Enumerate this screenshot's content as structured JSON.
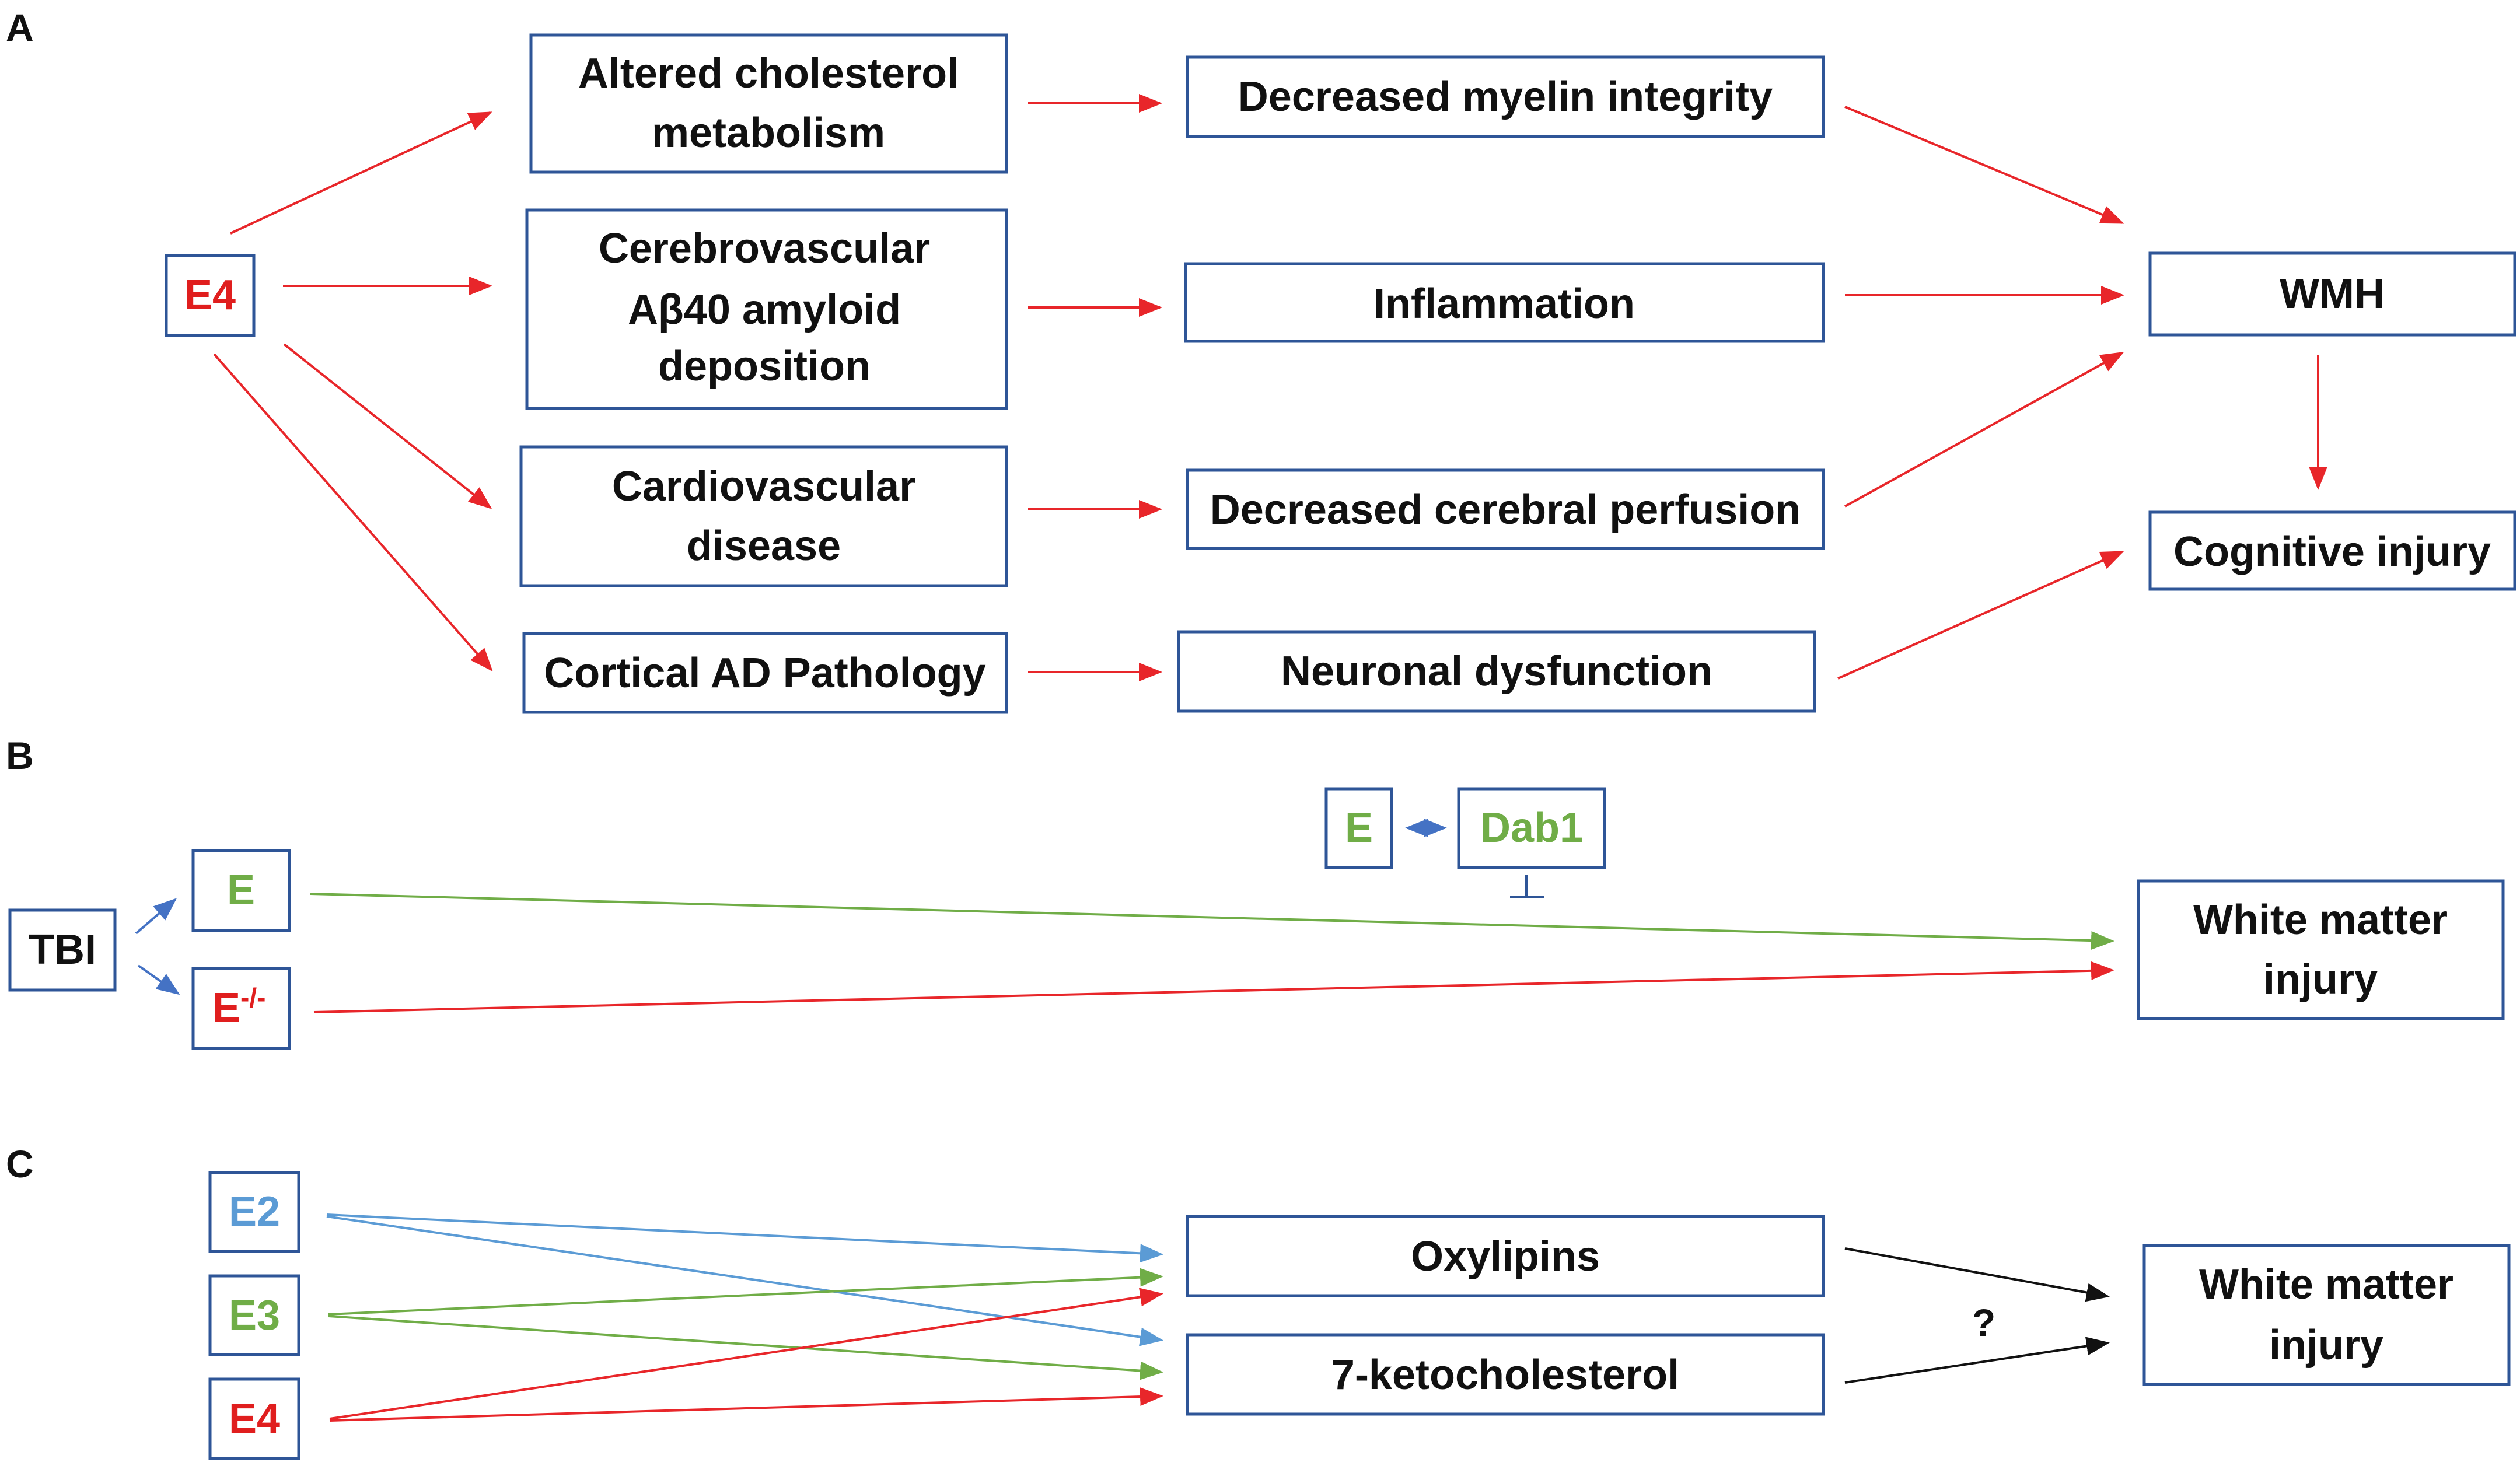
{
  "panels": {
    "a": "A",
    "b": "B",
    "c": "C"
  },
  "panel_a": {
    "e4": "E4",
    "cholesterol": [
      "Altered cholesterol",
      "metabolism"
    ],
    "amyloid": [
      "Cerebrovascular",
      "Aβ40 amyloid",
      "deposition"
    ],
    "cardio": [
      "Cardiovascular",
      "disease"
    ],
    "cortical": "Cortical AD Pathology",
    "myelin": "Decreased myelin integrity",
    "inflammation": "Inflammation",
    "perfusion": "Decreased cerebral perfusion",
    "neuronal": "Neuronal dysfunction",
    "wmh": "WMH",
    "cognitive": "Cognitive injury"
  },
  "panel_b": {
    "tbi": "TBI",
    "e": "E",
    "e_ko_base": "E",
    "e_ko_sup": "-/-",
    "e_dab_e": "E",
    "dab1": "Dab1",
    "inhibit_symbol": "⊥",
    "injury": [
      "White matter",
      "injury"
    ]
  },
  "panel_c": {
    "e2": "E2",
    "e3": "E3",
    "e4": "E4",
    "oxylipins": "Oxylipins",
    "ketochol": "7-ketocholesterol",
    "question": "?",
    "injury": [
      "White matter",
      "injury"
    ]
  },
  "colors": {
    "box_border": "#2e5597",
    "red": "#e01e1e",
    "green": "#70ad47",
    "blue": "#5b9bd5",
    "dark_blue": "#4472c4",
    "black": "#111111"
  }
}
